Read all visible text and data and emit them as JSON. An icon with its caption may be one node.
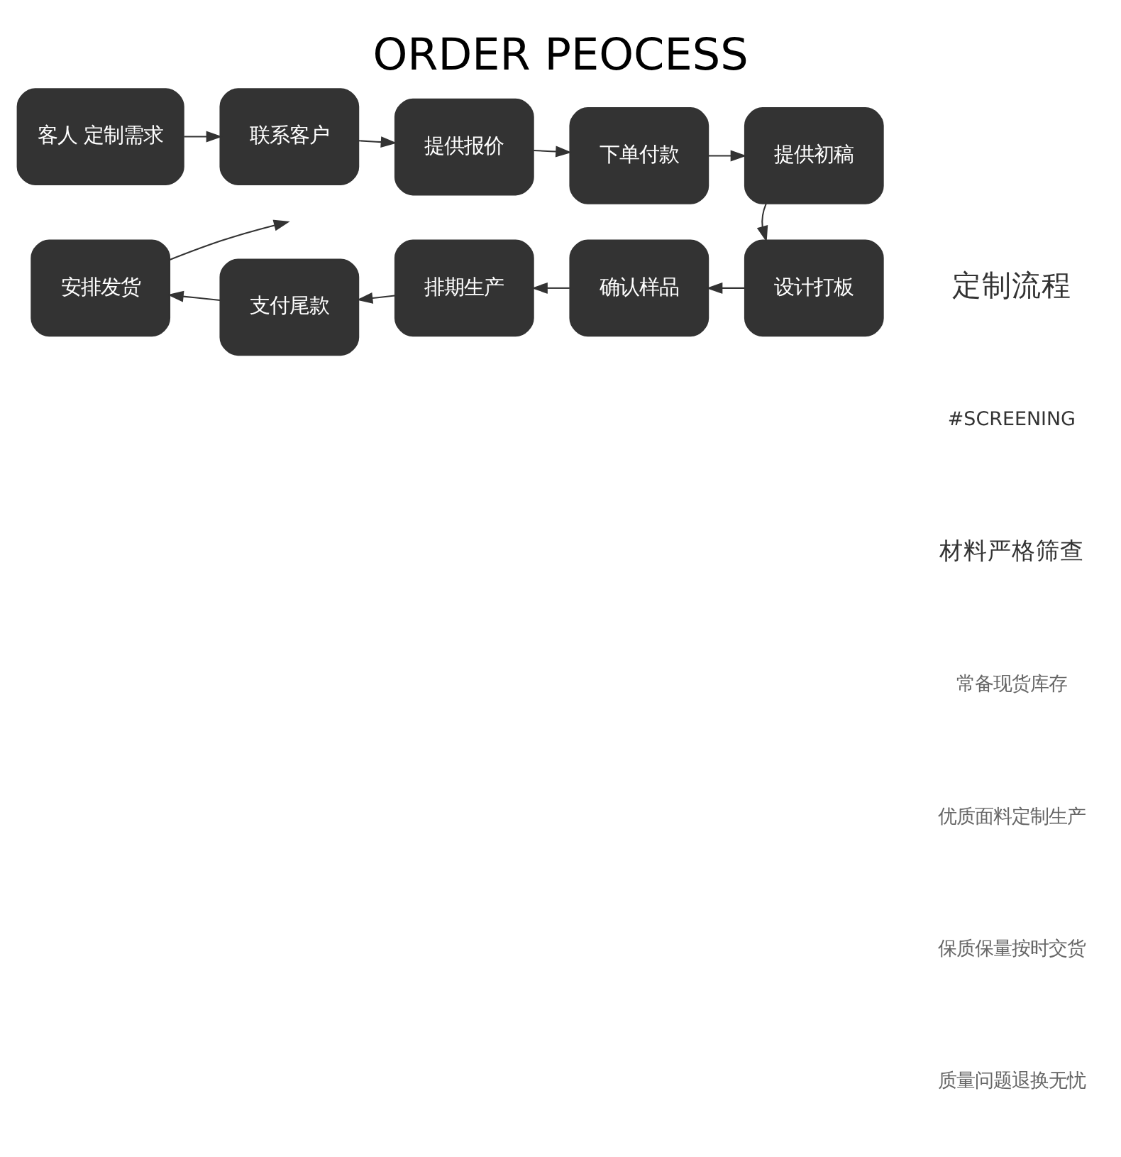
{
  "diagram": {
    "title": "ORDER PEOCESS",
    "nodes": [
      {
        "text": [
          "客人 定制需求"
        ]
      },
      {
        "text": [
          "联系客户"
        ]
      },
      {
        "text": [
          "提供报价"
        ]
      },
      {
        "text": [
          "下单付款"
        ]
      },
      {
        "text": [
          "提供初稿"
        ]
      },
      {
        "text": [
          "安排发货"
        ]
      },
      {
        "text": [
          "支付尾款"
        ]
      },
      {
        "text": [
          "排期生产"
        ]
      },
      {
        "text": [
          "确认样品"
        ]
      },
      {
        "text": [
          "设计打板"
        ]
      }
    ],
    "edges": [
      {
        "from": 0,
        "to": 1,
        "arrow": "to"
      },
      {
        "from": 1,
        "to": 2,
        "arrow": "to"
      },
      {
        "from": 2,
        "to": 3,
        "arrow": "to"
      },
      {
        "from": 3,
        "to": 4,
        "arrow": "to"
      },
      {
        "from": 4,
        "to": 9,
        "arrow": "to"
      },
      {
        "from": 9,
        "to": 8,
        "arrow": "to"
      },
      {
        "from": 8,
        "to": 7,
        "arrow": "to"
      },
      {
        "from": 7,
        "to": 6,
        "arrow": "to"
      },
      {
        "from": 6,
        "to": 5,
        "arrow": "to"
      },
      {
        "from": 5,
        "to": null,
        "arrow": "to"
      }
    ],
    "labels": [
      "定制流程",
      "#SCREENING",
      "材料严格筛查",
      "常备现货库存",
      "优质面料定制生产",
      "保质保量按时交货",
      "质量问题退换无忧"
    ]
  }
}
